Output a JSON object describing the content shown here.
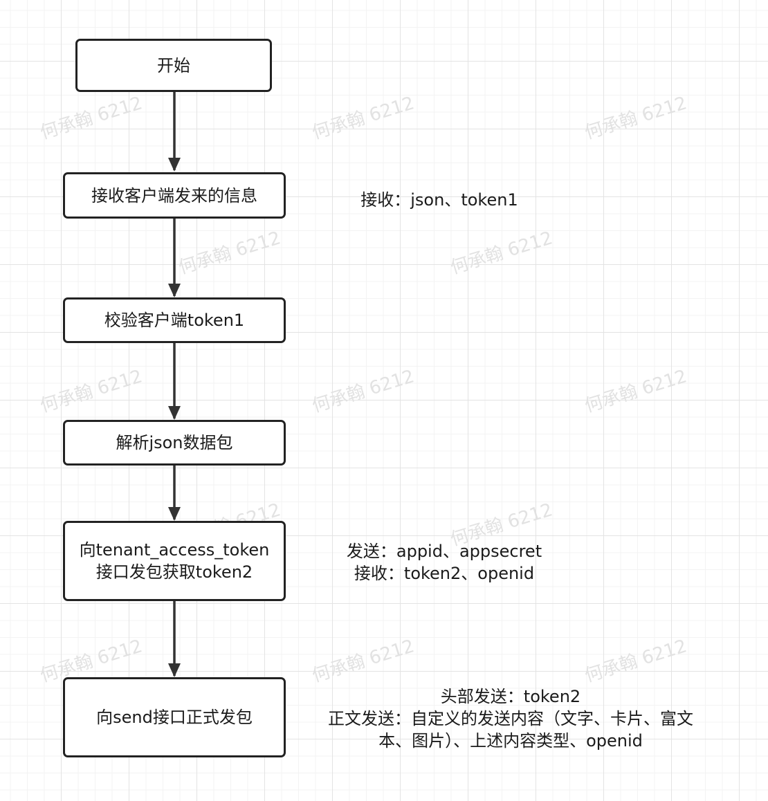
{
  "watermark": "何承翰 6212",
  "nodes": [
    {
      "label": "开始"
    },
    {
      "label": "接收客户端发来的信息"
    },
    {
      "label": "校验客户端token1"
    },
    {
      "label": "解析json数据包"
    },
    {
      "label": "向tenant_access_token\n接口发包获取token2"
    },
    {
      "label": "向send接口正式发包"
    }
  ],
  "notes": [
    {
      "text": "接收：json、token1"
    },
    {
      "text": "发送：appid、appsecret\n接收：token2、openid"
    },
    {
      "text": "头部发送：token2\n正文发送：自定义的发送内容（文字、卡片、富文\n本、图片）、上述内容类型、openid"
    }
  ]
}
